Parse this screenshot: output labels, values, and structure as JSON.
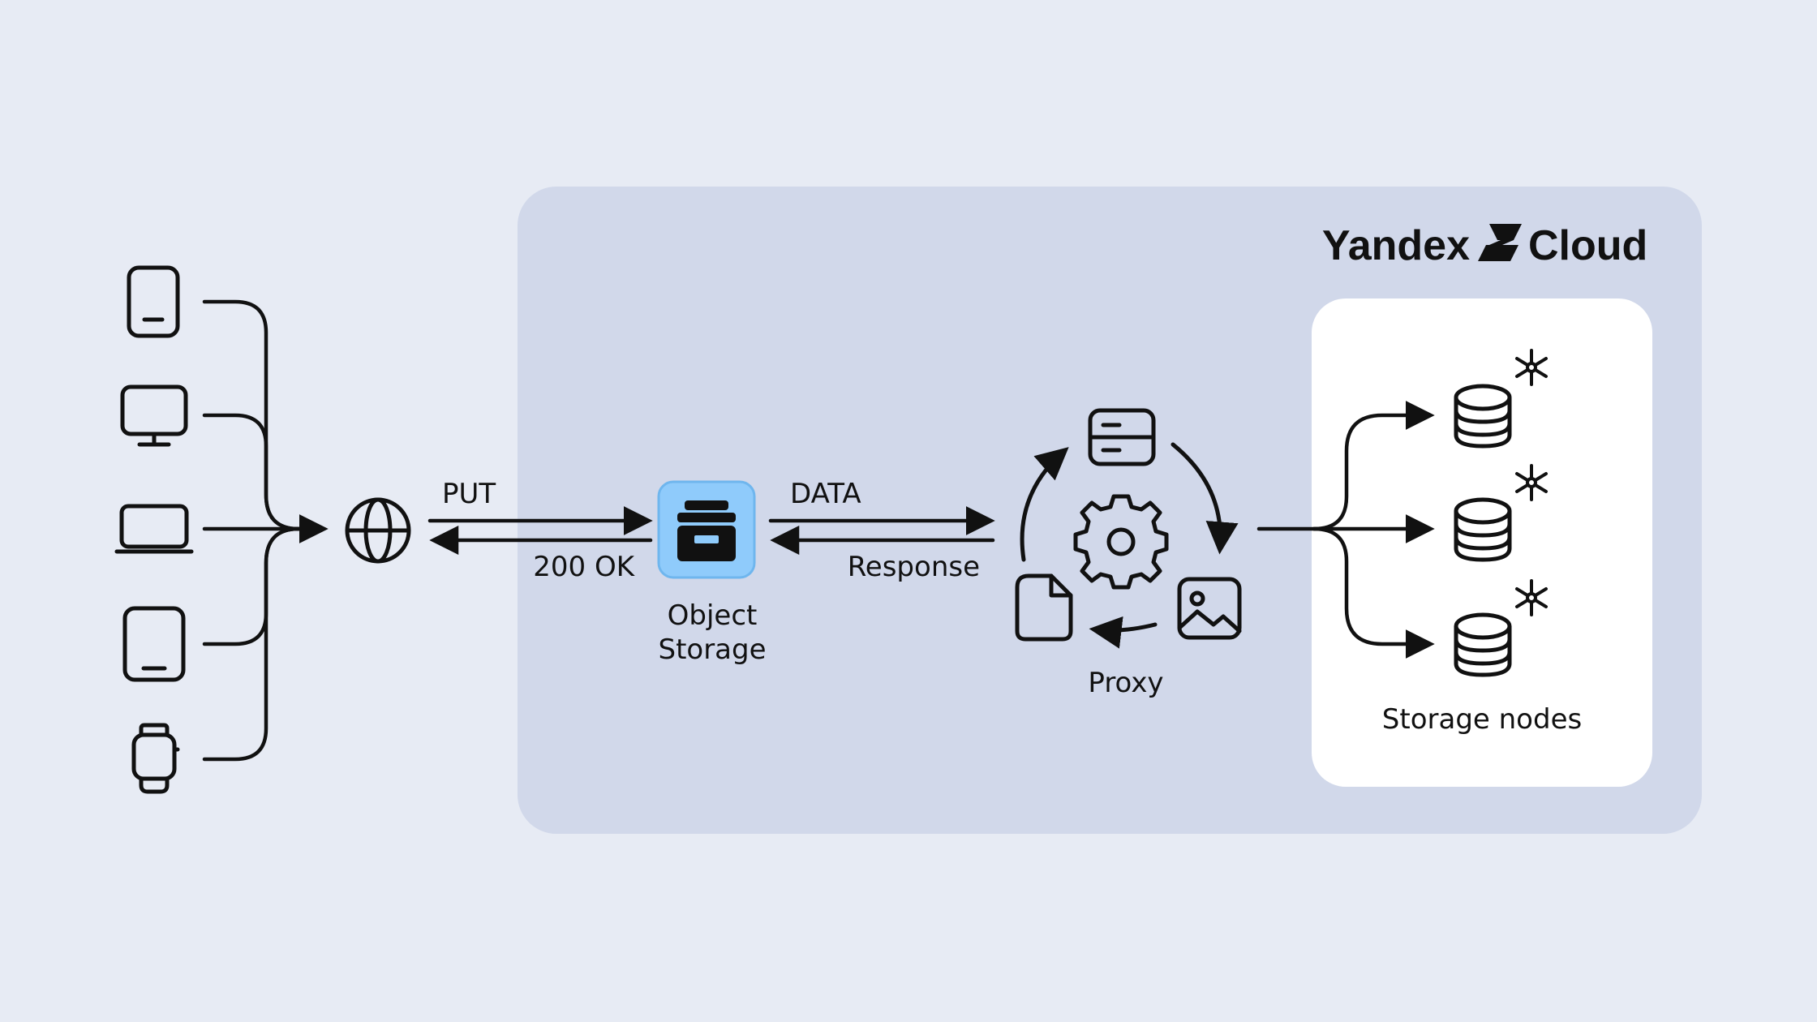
{
  "brand": {
    "name_left": "Yandex",
    "name_right": "Cloud"
  },
  "labels": {
    "put": "PUT",
    "ok": "200 OK",
    "data": "DATA",
    "response": "Response",
    "object_storage_line1": "Object",
    "object_storage_line2": "Storage",
    "proxy": "Proxy",
    "storage_nodes": "Storage nodes"
  },
  "icons": {
    "devices": [
      "phone-icon",
      "monitor-icon",
      "laptop-icon",
      "tablet-icon",
      "watch-icon"
    ],
    "internet": "globe-icon",
    "storage": "archive-box-icon",
    "proxy_items": [
      "card-icon",
      "image-icon",
      "document-icon",
      "gear-icon"
    ],
    "nodes": [
      "database-icon",
      "snowflake-icon"
    ]
  },
  "colors": {
    "background": "#e7ebf4",
    "cloud_panel": "#d1d8ea",
    "nodes_panel": "#ffffff",
    "storage_tile": "#8fcbfb",
    "storage_tile_border": "#6fb6ee",
    "stroke": "#111111"
  }
}
